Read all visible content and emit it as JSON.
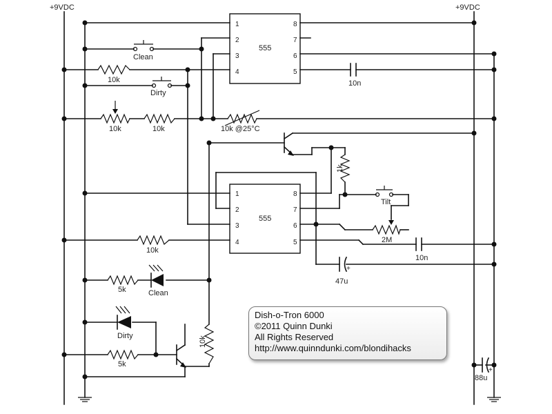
{
  "rails": {
    "left": "+9VDC",
    "right": "+9VDC"
  },
  "chips": {
    "top": "555",
    "bottom": "555"
  },
  "pins": {
    "p1": "1",
    "p2": "2",
    "p3": "3",
    "p4": "4",
    "p5": "5",
    "p6": "6",
    "p7": "7",
    "p8": "8"
  },
  "components": {
    "switch_clean": "Clean",
    "switch_dirty": "Dirty",
    "switch_tilt": "Tilt",
    "r_top_10k": "10k",
    "r_pot_10k": "10k",
    "r_fixed_10k": "10k",
    "thermistor": "10k @25°C",
    "cap_top_10n": "10n",
    "r_1k": "1k",
    "pot_2m": "2M",
    "cap_bottom_10n": "10n",
    "r_bottom_10k": "10k",
    "cap_47u": "47u",
    "led_clean_res": "5k",
    "led_clean": "Clean",
    "led_dirty": "Dirty",
    "led_dirty_res": "5k",
    "r_vertical_10k": "10k",
    "cap_88u": "88u"
  },
  "caption": {
    "line1": "Dish-o-Tron 6000",
    "line2": "©2011 Quinn Dunki",
    "line3": "All Rights Reserved",
    "line4": "http://www.quinndunki.com/blondihacks"
  }
}
